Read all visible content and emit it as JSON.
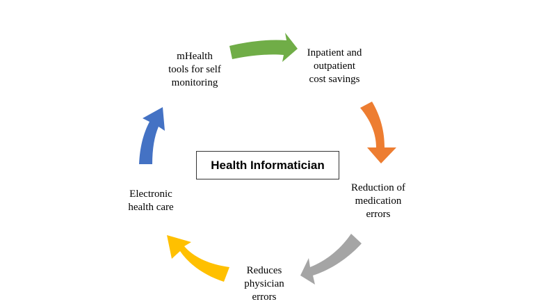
{
  "center": {
    "title": "Health Informatician"
  },
  "nodes": [
    {
      "id": "mhealth",
      "text": "mHealth\ntools for self\nmonitoring"
    },
    {
      "id": "cost",
      "text": "Inpatient and\noutpatient\ncost savings"
    },
    {
      "id": "medication",
      "text": "Reduction of\nmedication\nerrors"
    },
    {
      "id": "physician",
      "text": "Reduces\nphysician\nerrors"
    },
    {
      "id": "ehealth",
      "text": "Electronic\nhealth care"
    }
  ],
  "arrows": [
    {
      "id": "green",
      "color": "#70AD47"
    },
    {
      "id": "orange",
      "color": "#ED7D31"
    },
    {
      "id": "gray",
      "color": "#A5A5A5"
    },
    {
      "id": "yellow",
      "color": "#FFC000"
    },
    {
      "id": "blue",
      "color": "#4472C4"
    }
  ]
}
